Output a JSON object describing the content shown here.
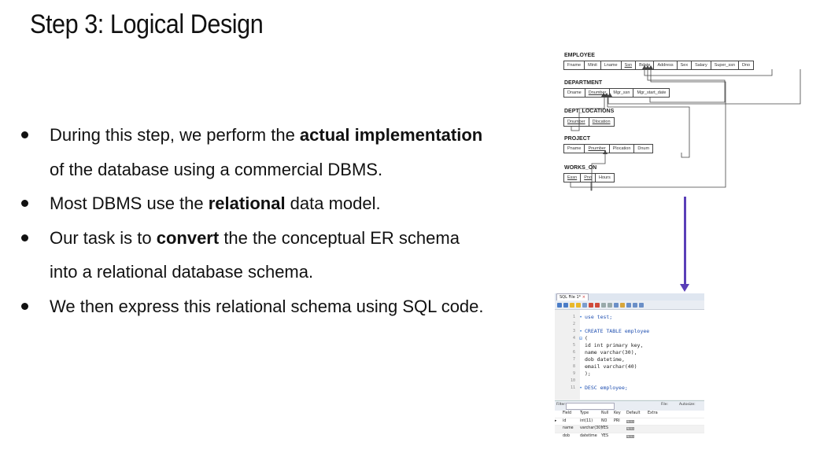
{
  "title": "Step 3: Logical Design",
  "bullets": [
    {
      "pre": "During this step, we perform the ",
      "bold": "actual implementation",
      "post": "",
      "line2": "of the database using a commercial DBMS."
    },
    {
      "pre": "Most DBMS use the ",
      "bold": "relational",
      "post": " data model.",
      "line2": ""
    },
    {
      "pre": "Our task is to ",
      "bold": "convert",
      "post": " the the conceptual ER schema",
      "line2": "into a relational database schema."
    },
    {
      "pre": "We then express this relational schema using SQL code.",
      "bold": "",
      "post": "",
      "line2": ""
    }
  ],
  "schema": {
    "employee": {
      "name": "EMPLOYEE",
      "attrs": [
        "Fname",
        "Minit",
        "Lname",
        "Ssn",
        "Bdate",
        "Address",
        "Sex",
        "Salary",
        "Super_ssn",
        "Dno"
      ]
    },
    "department": {
      "name": "DEPARTMENT",
      "attrs": [
        "Dname",
        "Dnumber",
        "Mgr_ssn",
        "Mgr_start_date"
      ]
    },
    "dept_locations": {
      "name": "DEPT_LOCATIONS",
      "attrs": [
        "Dnumber",
        "Dlocation"
      ]
    },
    "project": {
      "name": "PROJECT",
      "attrs": [
        "Pname",
        "Pnumber",
        "Plocation",
        "Dnum"
      ]
    },
    "works_on": {
      "name": "WORKS_ON",
      "attrs": [
        "Essn",
        "Pno",
        "Hours"
      ]
    }
  },
  "arrow_color": "#5a3fb8",
  "sql": {
    "tab_label": "SQL File 1*",
    "tab_close": "×",
    "lines": [
      {
        "n": "1",
        "mark": "•",
        "text": "use test;"
      },
      {
        "n": "2",
        "mark": "",
        "text": ""
      },
      {
        "n": "3",
        "mark": "•",
        "text": "CREATE TABLE employee"
      },
      {
        "n": "4",
        "mark": "⊟",
        "text": "("
      },
      {
        "n": "5",
        "mark": "",
        "text": "id int primary key,"
      },
      {
        "n": "6",
        "mark": "",
        "text": "name varchar(30),"
      },
      {
        "n": "7",
        "mark": "",
        "text": "dob datetime,"
      },
      {
        "n": "8",
        "mark": "",
        "text": "email varchar(40)"
      },
      {
        "n": "9",
        "mark": "",
        "text": ");"
      },
      {
        "n": "10",
        "mark": "",
        "text": ""
      },
      {
        "n": "11",
        "mark": "•",
        "text": "DESC employee;"
      }
    ],
    "filter_label": "Filter:",
    "filter_right": "File:",
    "autosize_label": "Autosize:",
    "columns": [
      "",
      "Field",
      "Type",
      "Null",
      "Key",
      "Default",
      "Extra"
    ],
    "rows": [
      [
        "▸",
        "id",
        "int(11)",
        "NO",
        "PRI",
        "NULL",
        ""
      ],
      [
        "",
        "name",
        "varchar(30)",
        "YES",
        "",
        "NULL",
        ""
      ],
      [
        "",
        "dob",
        "datetime",
        "YES",
        "",
        "NULL",
        ""
      ]
    ]
  }
}
